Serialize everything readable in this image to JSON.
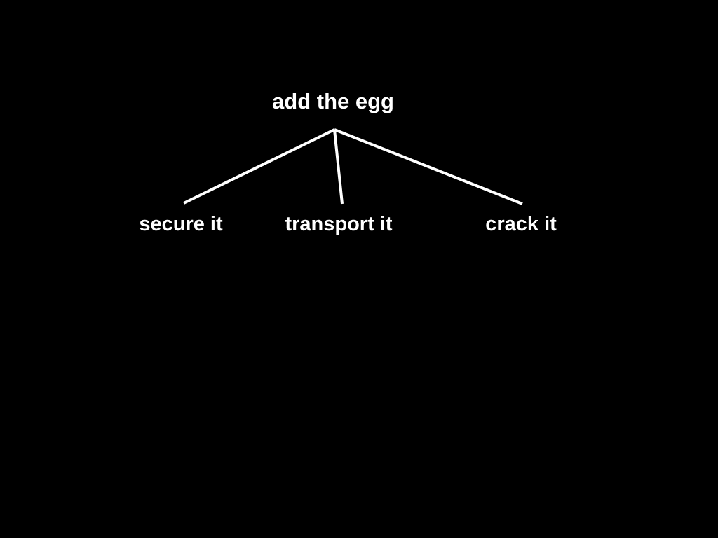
{
  "diagram": {
    "type": "tree",
    "root": {
      "label": "add the egg"
    },
    "children": [
      {
        "label": "secure it"
      },
      {
        "label": "transport it"
      },
      {
        "label": "crack it"
      }
    ],
    "colors": {
      "background": "#000000",
      "text": "#ffffff",
      "line": "#ffffff"
    }
  }
}
